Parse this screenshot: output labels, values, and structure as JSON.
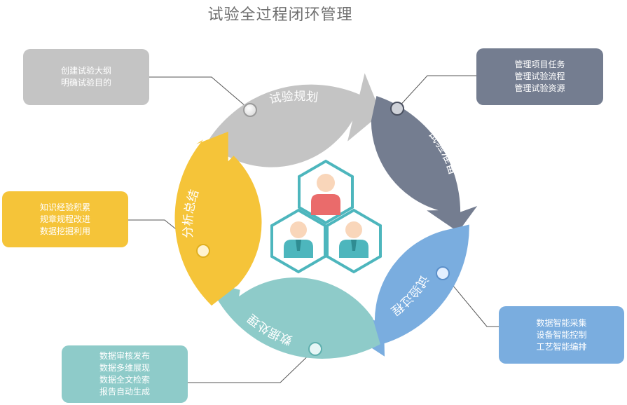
{
  "title": "试验全过程闭环管理",
  "colors": {
    "planning": "#c4c4c4",
    "preparation": "#747d90",
    "process": "#7aaddf",
    "data": "#8ecbc9",
    "summary": "#f5c439",
    "hexagon": "#4db6bd",
    "person_red": "#ea6b6b",
    "person_teal": "#4db6bd",
    "skin": "#f9d6ba"
  },
  "segments": {
    "planning": "试验规划",
    "preparation": "试验准备",
    "process": "试验过程",
    "data": "数据处理",
    "summary": "分析总结"
  },
  "boxes": {
    "planning": [
      "创建试验大纲",
      "明确试验目的"
    ],
    "preparation": [
      "管理项目任务",
      "管理试验流程",
      "管理试验资源"
    ],
    "process": [
      "数据智能采集",
      "设备智能控制",
      "工艺智能编排"
    ],
    "data": [
      "数据审核发布",
      "数据多维展现",
      "数据全文检索",
      "报告自动生成"
    ],
    "summary": [
      "知识经验积累",
      "规章规程改进",
      "数据挖掘利用"
    ]
  },
  "center_icon": "team-hexagon-icon"
}
